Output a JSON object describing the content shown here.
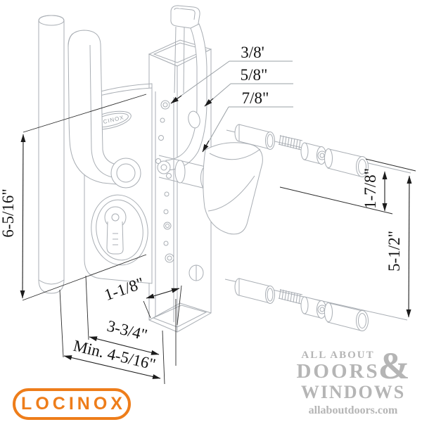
{
  "diagram": {
    "dimension_labels": {
      "hole_top": "3/8'",
      "hole_mid": "5/8\"",
      "hole_bottom": "7/8\"",
      "lock_height": "6-5/16\"",
      "spacing_small": "1-7/8\"",
      "spacing_large": "5-1/2\"",
      "post_width": "1-1/8\"",
      "lock_width": "3-3/4\"",
      "min_clearance": "Min. 4-5/16\""
    },
    "embossed_text": "LOCINOX"
  },
  "branding": {
    "manufacturer_logo": "LOCINOX",
    "retailer_logo": {
      "line1": "ALL ABOUT",
      "line2": "DOORS",
      "ampersand": "&",
      "line3": "WINDOWS",
      "website": "allaboutdoors.com"
    }
  },
  "colors": {
    "logo_orange": "#ee7d1a",
    "retailer_gray": "#b5b5b5",
    "drawing_line_gray": "#a9aeb4",
    "dimension_black": "#1c1c1c"
  }
}
